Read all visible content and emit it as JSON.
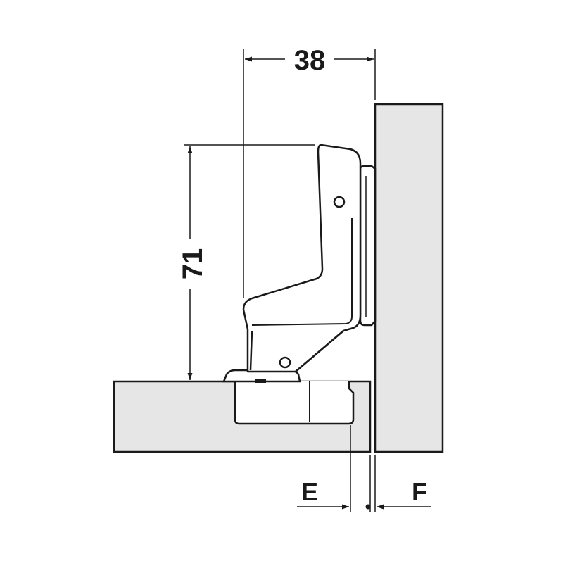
{
  "dimensions": {
    "width_label": "38",
    "height_label": "71",
    "left_gap_label": "E",
    "right_gap_label": "F"
  },
  "colors": {
    "panel_fill": "#e6e6e6",
    "outline": "#1a1a1a",
    "background": "#ffffff"
  }
}
